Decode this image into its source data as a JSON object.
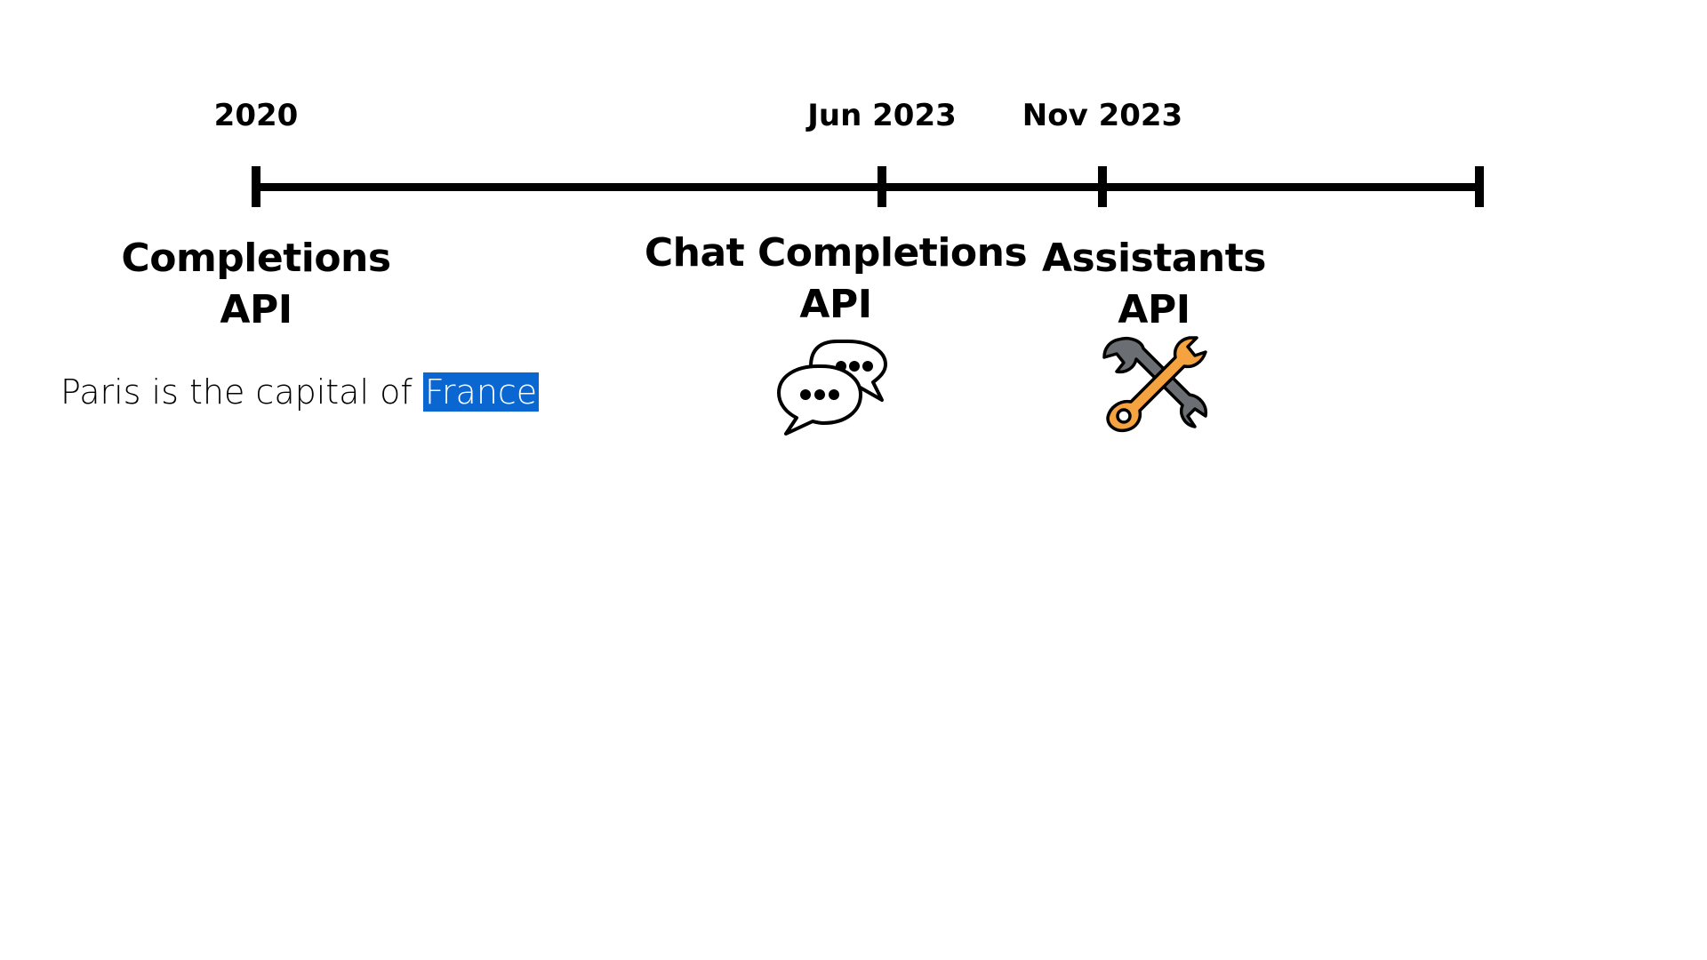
{
  "timeline": {
    "dates": [
      "2020",
      "Jun 2023",
      "Nov 2023"
    ],
    "apis": [
      {
        "line1": "Completions",
        "line2": "API"
      },
      {
        "line1": "Chat Completions",
        "line2": "API"
      },
      {
        "line1": "Assistants",
        "line2": "API"
      }
    ]
  },
  "example": {
    "prefix": "Paris is the capital of",
    "highlighted": "France",
    "highlight_color": "#0a66d0"
  },
  "icons": {
    "chat": "speech-bubbles-icon",
    "tools": "wrench-tools-icon"
  },
  "colors": {
    "line": "#000000",
    "wrench_orange": "#f4a340",
    "wrench_gray": "#6b6e73"
  }
}
